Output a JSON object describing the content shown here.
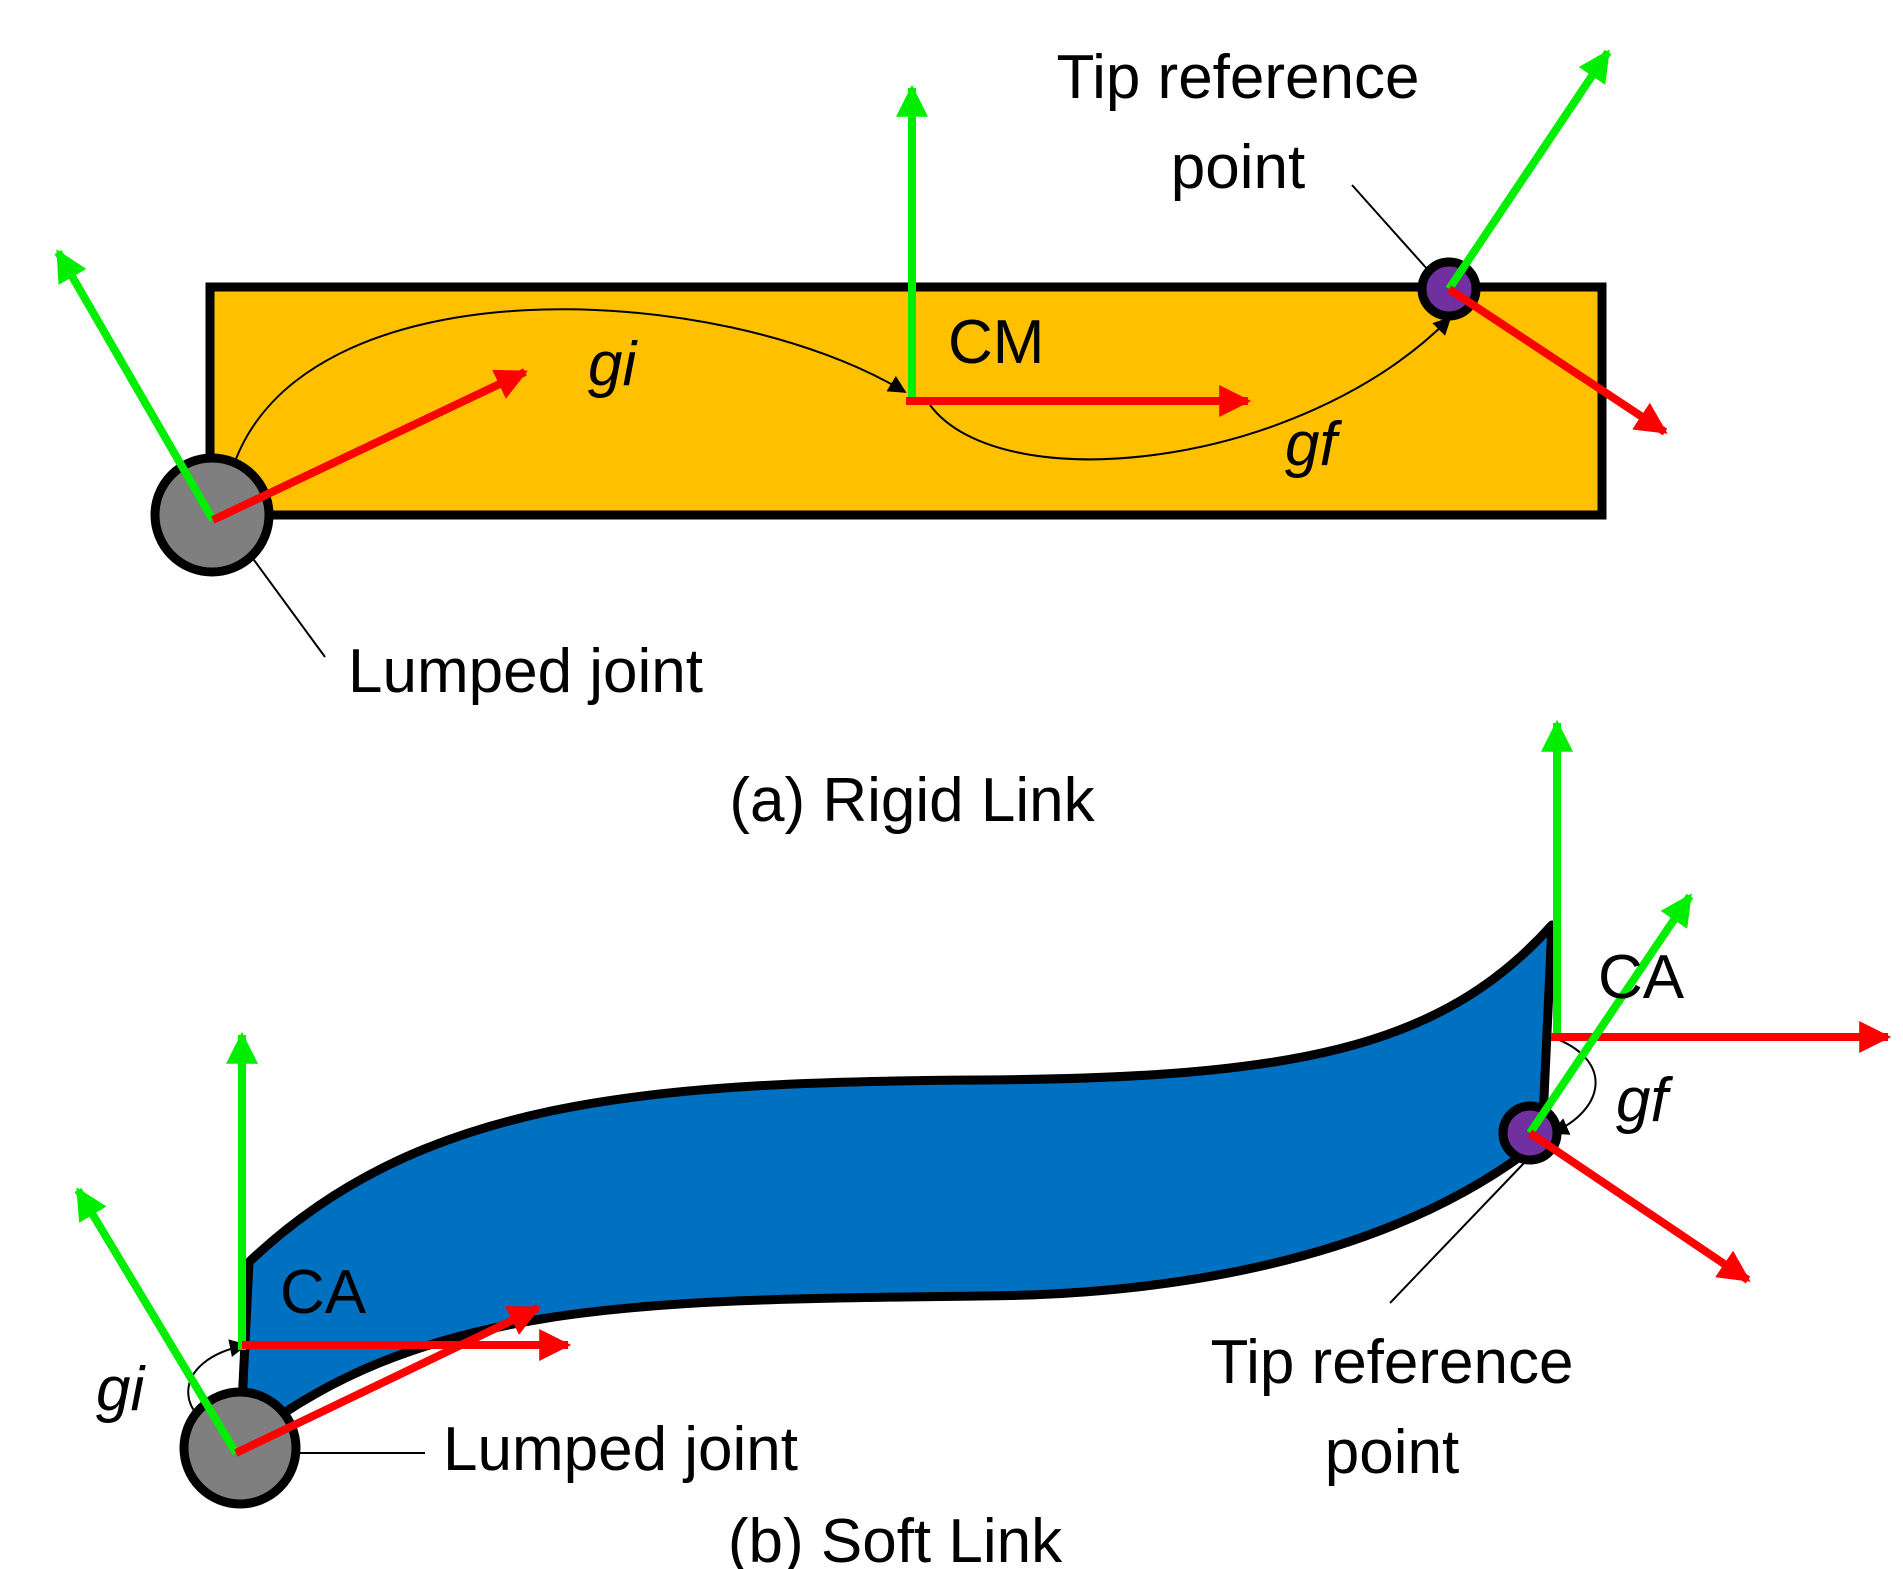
{
  "panel_a": {
    "caption": "(a) Rigid Link",
    "cm_label": "CM",
    "gi_label": "gi",
    "gf_label": "gf",
    "tip_label_line1": "Tip reference",
    "tip_label_line2": "point",
    "joint_label": "Lumped joint"
  },
  "panel_b": {
    "caption": "(b) Soft Link",
    "ca_left_label": "CA",
    "ca_right_label": "CA",
    "gi_label": "gi",
    "gf_label": "gf",
    "tip_label_line1": "Tip reference",
    "tip_label_line2": "point",
    "joint_label": "Lumped joint"
  },
  "colors": {
    "rigid_link_fill": "#FFC000",
    "soft_link_fill": "#0070C0",
    "x_axis": "#FF0000",
    "y_axis": "#00EE00",
    "joint_fill": "#7F7F7F",
    "tip_point_fill": "#7030A0",
    "outline": "#000000"
  }
}
